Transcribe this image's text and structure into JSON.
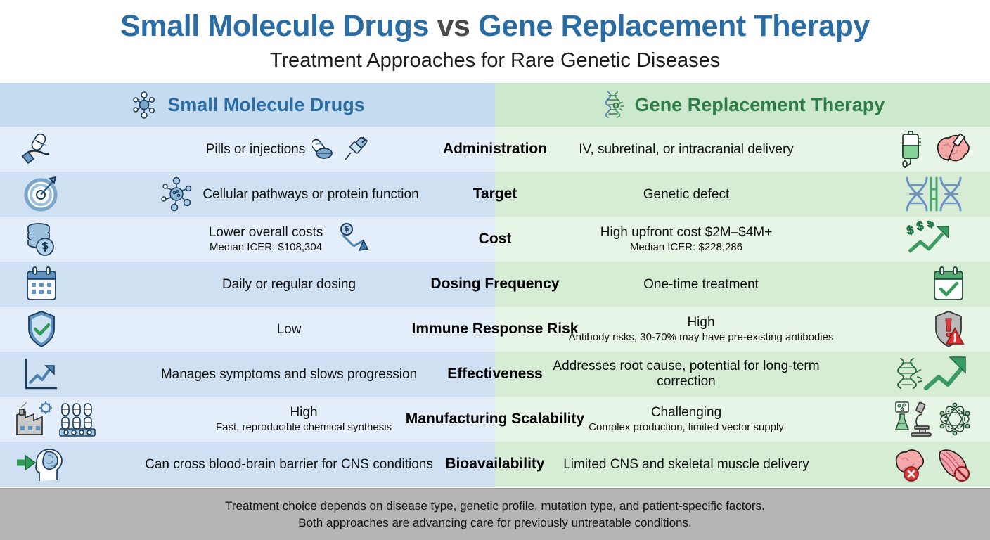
{
  "title": {
    "part1": "Small Molecule Drugs",
    "connector": " vs ",
    "part2": "Gene Replacement Therapy",
    "subtitle": "Treatment Approaches for Rare Genetic Diseases"
  },
  "colors": {
    "blue_accent": "#2a6ca4",
    "green_accent": "#2e7d46",
    "left_header_bg": "#c5dcf0",
    "right_header_bg": "#cce9cd",
    "left_row_odd": "#e4eefa",
    "left_row_even": "#cfe0f3",
    "right_row_odd": "#e7f5e7",
    "right_row_even": "#d6ecd5",
    "footer_bg": "#b5b5b5"
  },
  "columns": {
    "left": {
      "label": "Small Molecule Drugs",
      "icon": "molecule-icon"
    },
    "right": {
      "label": "Gene Replacement Therapy",
      "icon": "dna-helix-icon"
    }
  },
  "rows": [
    {
      "feature": "Administration",
      "left": {
        "main": "Pills or injections",
        "sub": "",
        "lead_icon": "hand-holding-pill-icon",
        "inline_icons": [
          "pills-icon",
          "syringe-icon"
        ]
      },
      "right": {
        "main": "IV, subretinal, or intracranial delivery",
        "sub": "",
        "trail_icons": [
          "iv-drip-icon",
          "brain-injection-icon"
        ]
      }
    },
    {
      "feature": "Target",
      "left": {
        "main": "Cellular pathways or protein function",
        "sub": "",
        "lead_icon": "target-bullseye-icon",
        "inline_icons": [
          "molecule-cell-icon"
        ]
      },
      "right": {
        "main": "Genetic defect",
        "sub": "",
        "trail_icons": [
          "dna-double-helix-icon"
        ]
      }
    },
    {
      "feature": "Cost",
      "left": {
        "main": "Lower overall costs",
        "sub": "Median ICER: $108,304",
        "lead_icon": "coin-stack-icon",
        "inline_icons": [
          "dollar-arrow-down-icon"
        ]
      },
      "right": {
        "main": "High upfront cost $2M–$4M+",
        "sub": "Median ICER: $228,286",
        "trail_icons": [
          "dollar-arrow-up-icon"
        ]
      }
    },
    {
      "feature": "Dosing Frequency",
      "left": {
        "main": "Daily or regular dosing",
        "sub": "",
        "lead_icon": "calendar-icon",
        "inline_icons": []
      },
      "right": {
        "main": "One-time treatment",
        "sub": "",
        "trail_icons": [
          "calendar-check-icon"
        ]
      }
    },
    {
      "feature": "Immune Response Risk",
      "left": {
        "main": "Low",
        "sub": "",
        "lead_icon": "shield-check-icon",
        "inline_icons": []
      },
      "right": {
        "main": "High",
        "sub": "Antibody risks, 30-70% may have pre-existing antibodies",
        "trail_icons": [
          "shield-warning-icon"
        ]
      }
    },
    {
      "feature": "Effectiveness",
      "left": {
        "main": "Manages symptoms and slows progression",
        "sub": "",
        "lead_icon": "line-chart-up-icon",
        "inline_icons": []
      },
      "right": {
        "main": "Addresses root cause, potential for long-term correction",
        "sub": "",
        "trail_icons": [
          "dna-growth-arrow-icon"
        ]
      }
    },
    {
      "feature": "Manufacturing Scalability",
      "left": {
        "main": "High",
        "sub": "Fast, reproducible chemical synthesis",
        "lead_icon": "factory-icon",
        "inline_icons": [
          "pill-tray-icon"
        ]
      },
      "right": {
        "main": "Challenging",
        "sub": "Complex production, limited vector supply",
        "trail_icons": [
          "microscope-flask-icon",
          "vector-orbit-icon"
        ]
      }
    },
    {
      "feature": "Bioavailability",
      "left": {
        "main": "Can cross blood-brain barrier for CNS conditions",
        "sub": "",
        "lead_icon": "brain-arrow-icon",
        "inline_icons": []
      },
      "right": {
        "main": "Limited CNS and skeletal muscle delivery",
        "sub": "",
        "trail_icons": [
          "brain-blocked-icon",
          "muscle-blocked-icon"
        ]
      }
    }
  ],
  "footer": {
    "line1": "Treatment choice depends on disease type, genetic profile, mutation type, and patient-specific factors.",
    "line2": "Both approaches are advancing care for previously untreatable conditions."
  }
}
